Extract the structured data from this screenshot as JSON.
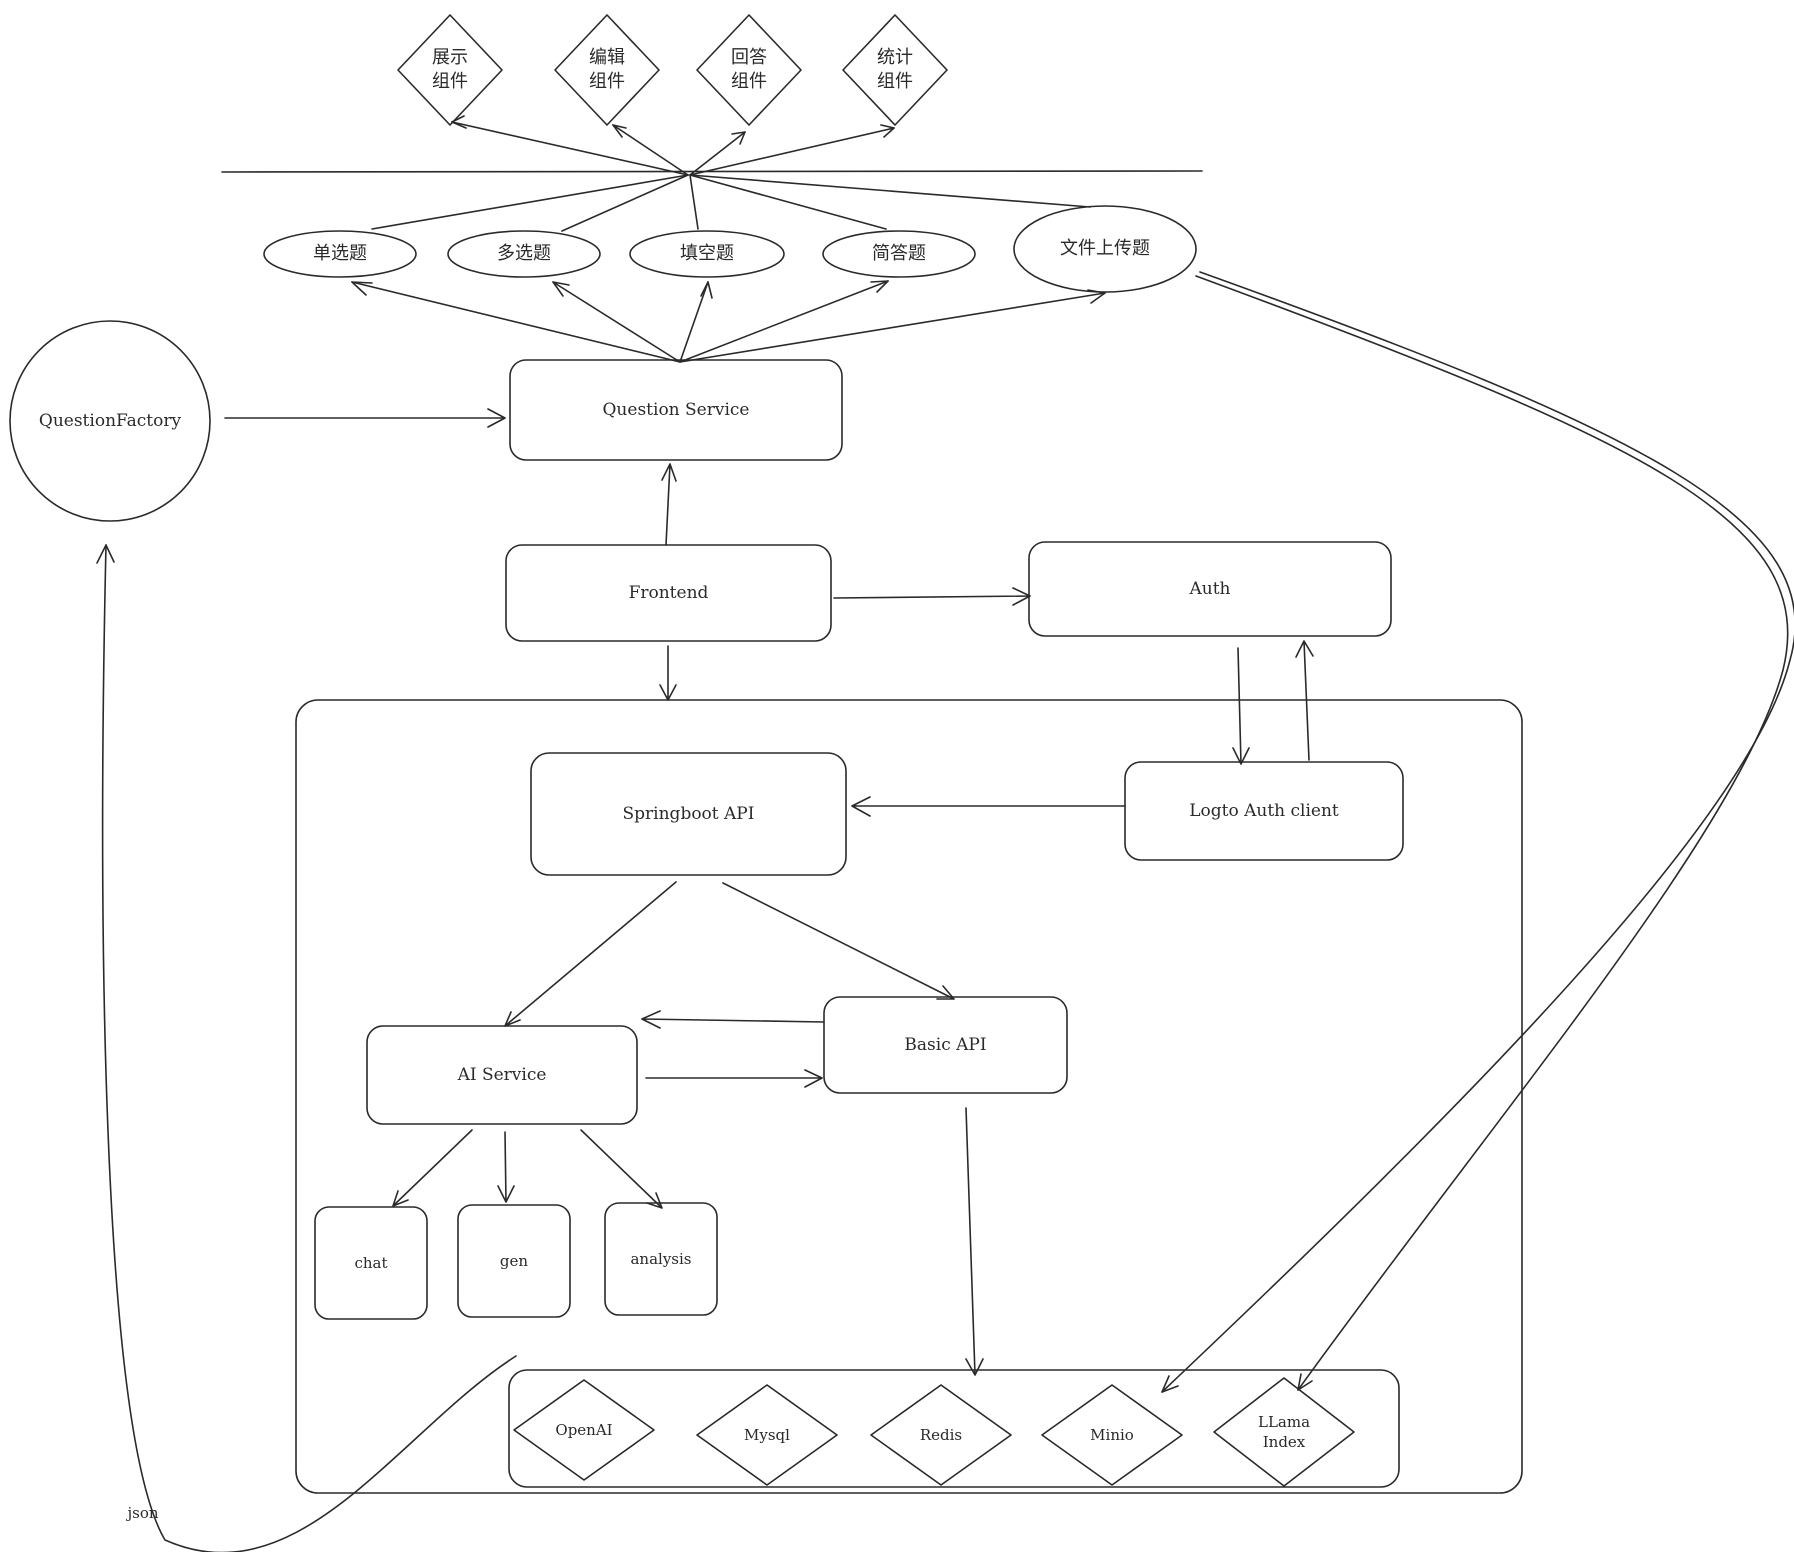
{
  "components": {
    "display": "展示\n组件",
    "edit": "编辑\n组件",
    "answer": "回答\n组件",
    "stats": "统计\n组件"
  },
  "question_types": {
    "single": "单选题",
    "multi": "多选题",
    "fill": "填空题",
    "short": "简答题",
    "upload": "文件上传题"
  },
  "nodes": {
    "question_factory": "QuestionFactory",
    "question_service": "Question Service",
    "frontend": "Frontend",
    "auth": "Auth",
    "springboot_api": "Springboot API",
    "logto_client": "Logto Auth client",
    "ai_service": "AI Service",
    "basic_api": "Basic API",
    "chat": "chat",
    "gen": "gen",
    "analysis": "analysis"
  },
  "storage": {
    "openai": "OpenAI",
    "mysql": "Mysql",
    "redis": "Redis",
    "minio": "Minio",
    "llama": "LLama\nIndex"
  },
  "edge_labels": {
    "json": "json"
  },
  "colors": {
    "stroke": "#2a2a2a",
    "background": "#ffffff"
  }
}
